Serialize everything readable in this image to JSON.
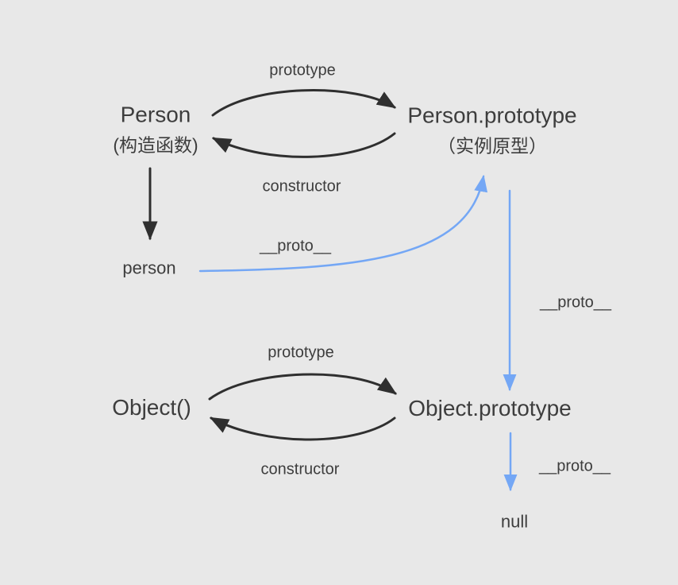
{
  "diagram": {
    "kind": "js-prototype-chain",
    "colors": {
      "background": "#e8e8e8",
      "text": "#3d3d3d",
      "edge_black": "#2f2f2f",
      "edge_blue": "#74a7f5"
    },
    "nodes": {
      "person_constructor": {
        "title": "Person",
        "subtitle": "(构造函数)"
      },
      "person_prototype": {
        "title": "Person.prototype",
        "subtitle": "（实例原型）"
      },
      "person_instance": {
        "label": "person"
      },
      "object_constructor": {
        "label": "Object()"
      },
      "object_prototype": {
        "label": "Object.prototype"
      },
      "null_value": {
        "label": "null"
      }
    },
    "edge_labels": {
      "person_prototype_edge": "prototype",
      "person_constructor_edge": "constructor",
      "person_instance_proto_edge": "__proto__",
      "person_prototype_proto_edge": "__proto__",
      "object_prototype_edge": "prototype",
      "object_constructor_edge": "constructor",
      "object_prototype_proto_edge": "__proto__"
    }
  }
}
